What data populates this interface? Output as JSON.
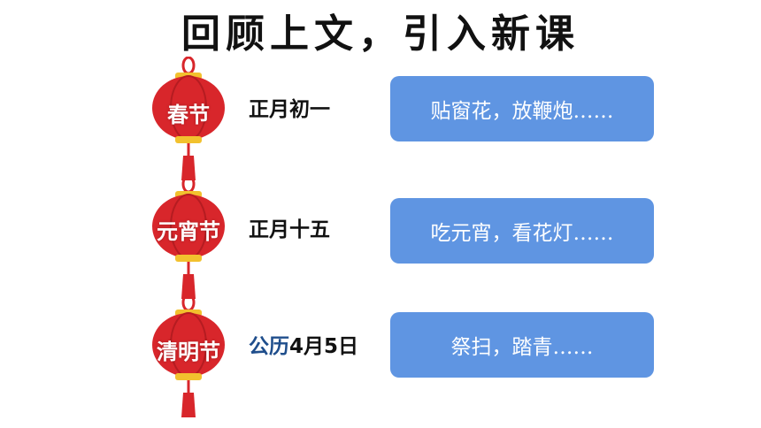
{
  "title": "回顾上文，引入新课",
  "festivals": [
    {
      "name": "春节",
      "date": "正月初一",
      "activity": "贴窗花，放鞭炮……"
    },
    {
      "name": "元宵节",
      "date": "正月十五",
      "activity": "吃元宵，看花灯……"
    },
    {
      "name": "清明节",
      "date_prefix": "公历",
      "date_value": "4月5日",
      "activity": "祭扫，踏青……"
    }
  ],
  "colors": {
    "lantern_red": "#d8262b",
    "lantern_gold": "#f2c12e",
    "card_blue": "#5f95e2",
    "date_highlight": "#1f4e8c"
  },
  "icons": [
    "lantern-icon"
  ]
}
